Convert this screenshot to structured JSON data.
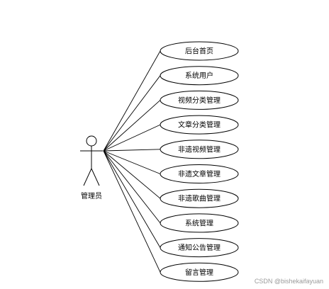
{
  "actor": {
    "name": "管理员"
  },
  "use_cases": [
    {
      "label": "后台首页"
    },
    {
      "label": "系统用户"
    },
    {
      "label": "视频分类管理"
    },
    {
      "label": "文章分类管理"
    },
    {
      "label": "非遗视频管理"
    },
    {
      "label": "非遗文章管理"
    },
    {
      "label": "非遗歌曲管理"
    },
    {
      "label": "系统管理"
    },
    {
      "label": "通知公告管理"
    },
    {
      "label": "留言管理"
    }
  ],
  "watermark": "CSDN @bishekaifayuan",
  "colors": {
    "line": "#000000",
    "background": "#ffffff",
    "watermark": "#9a9a9a"
  }
}
